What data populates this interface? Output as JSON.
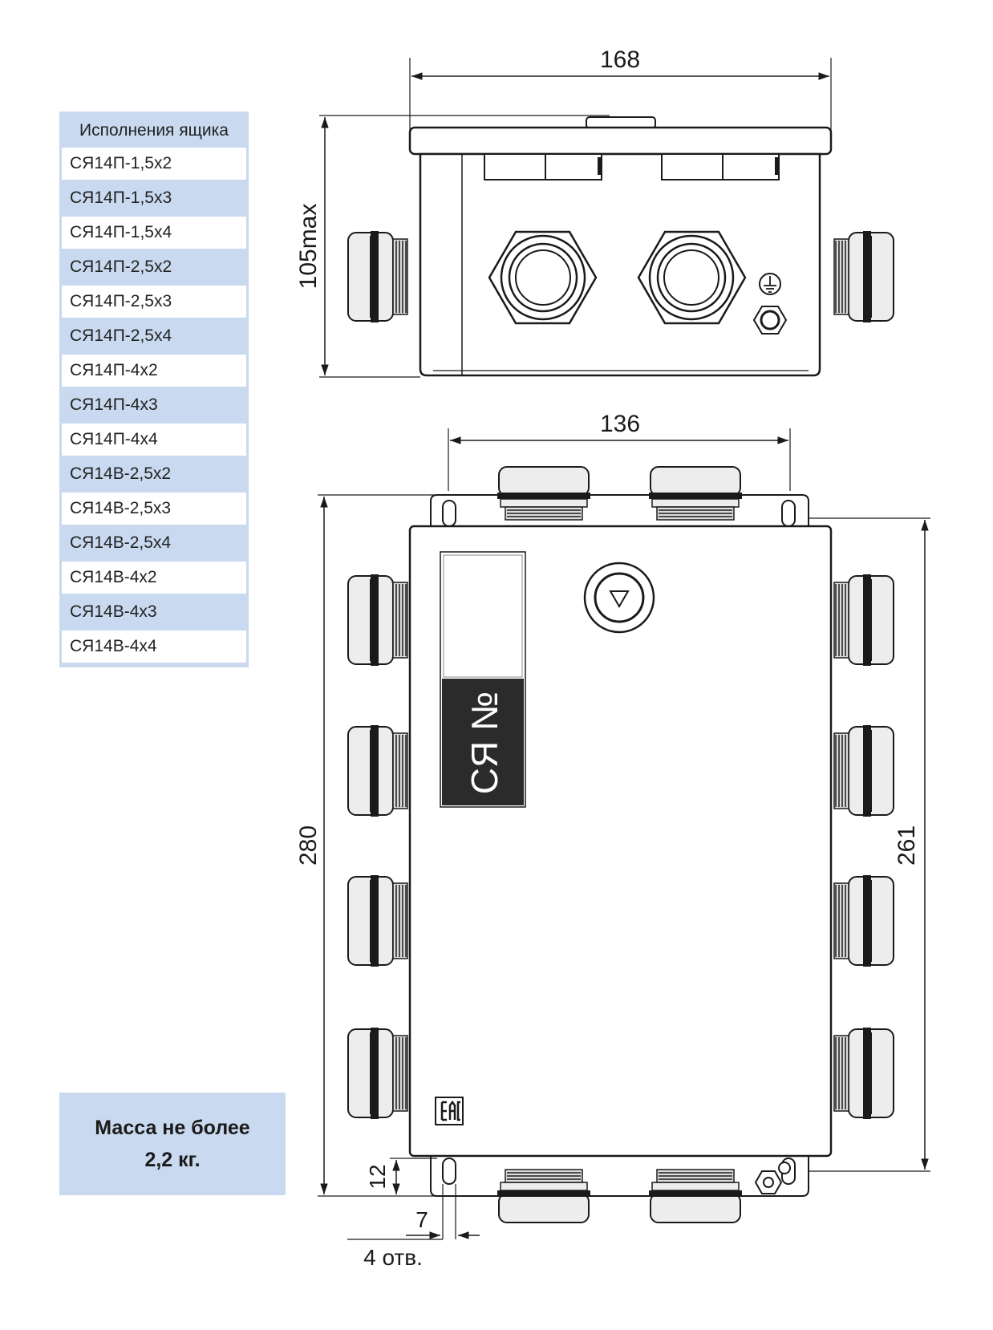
{
  "variants_table": {
    "header": "Исполнения ящика",
    "rows": [
      "СЯ14П-1,5х2",
      "СЯ14П-1,5х3",
      "СЯ14П-1,5х4",
      "СЯ14П-2,5х2",
      "СЯ14П-2,5х3",
      "СЯ14П-2,5х4",
      "СЯ14П-4х2",
      "СЯ14П-4х3",
      "СЯ14П-4х4",
      "СЯ14В-2,5х2",
      "СЯ14В-2,5х3",
      "СЯ14В-2,5х4",
      "СЯ14В-4х2",
      "СЯ14В-4х3",
      "СЯ14В-4х4"
    ]
  },
  "mass_note": {
    "line1": "Масса не более",
    "line2": "2,2 кг."
  },
  "dimensions": {
    "top_width": "168",
    "top_height": "105max",
    "mount_width": "136",
    "total_height": "280",
    "body_height": "261",
    "hole_offset": "12",
    "hole_size": "7",
    "holes_note": "4 отв."
  },
  "label_plate": {
    "text": "СЯ №"
  },
  "icons": [
    "earth-ground-icon",
    "warning-triangle-icon",
    "eac-mark-icon"
  ],
  "colors": {
    "table_fill": "#c9d9ef",
    "line": "#1a1a1a",
    "gland_fill": "#e8e8e8",
    "plate_dark": "#2b2b2b"
  }
}
